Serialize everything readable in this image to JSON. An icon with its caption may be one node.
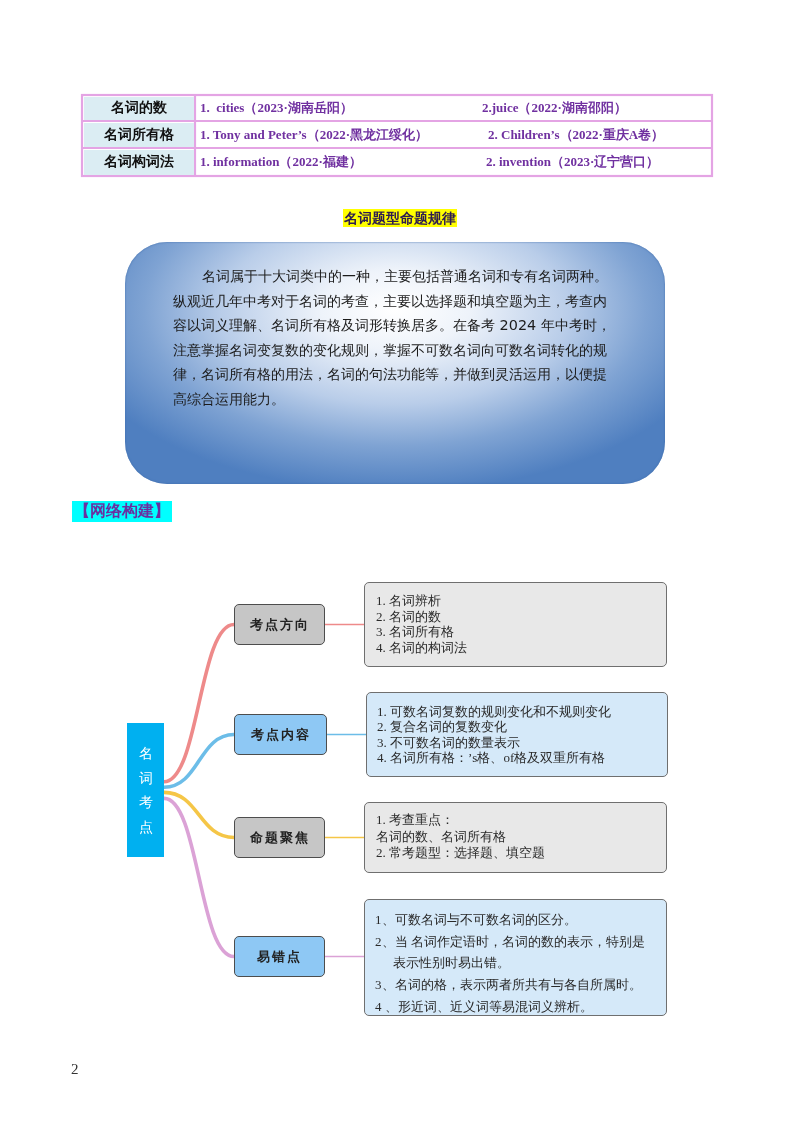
{
  "diagram": {
    "nodes": [
      {
        "text": [
          "名词属于十大词类中的一种，主要包括普通名词和专有名词两种。纵观近几年中考对于名词的考查，主要以选择题和填空题为主，考查内容以词义理解、名词所有格及词形转换居多。在备考 2024 年中考时，注意掌握名词变复数的变化规则，掌握不可数名词向可数名词转化的规律，名词所有格的用法，名词的句法功能等，并做到灵活运用，以便提高综合运用能力。"
        ]
      },
      {
        "text": [
          "名词考点"
        ]
      },
      {
        "text": [
          "考点方向"
        ]
      },
      {
        "text": [
          "1. 名词辨析",
          "2. 名词的数",
          "3. 名词所有格",
          "4. 名词的构词法"
        ]
      },
      {
        "text": [
          "考点内容"
        ]
      },
      {
        "text": [
          "1. 可数名词复数的规则变化和不规则变化",
          "2. 复合名词的复数变化",
          "3. 不可数名词的数量表示",
          "4. 名词所有格：’s格、of格及双重所有格"
        ]
      },
      {
        "text": [
          "命题聚焦"
        ]
      },
      {
        "text": [
          "1. 考查重点：",
          "名词的数、名词所有格",
          "2. 常考题型：选择题、填空题"
        ]
      },
      {
        "text": [
          "易错点"
        ]
      },
      {
        "text": [
          "1、可数名词与不可数名词的区分。",
          "2、当 名词作定语时，名词的数的表示，特别是表示性别时易出错。",
          "3、名词的格，表示两者所共有与各自所属时。",
          "4 、形近词、近义词等易混词义辨析。"
        ]
      }
    ],
    "edges": [
      {
        "from": 1,
        "to": 2,
        "arrow": "none",
        "style": "thick",
        "color": "#ee8a8a"
      },
      {
        "from": 1,
        "to": 4,
        "arrow": "none",
        "style": "thick",
        "color": "#6cbde8"
      },
      {
        "from": 1,
        "to": 6,
        "arrow": "none",
        "style": "thick",
        "color": "#f5c647"
      },
      {
        "from": 1,
        "to": 8,
        "arrow": "none",
        "style": "thick",
        "color": "#dba2d6"
      },
      {
        "from": 2,
        "to": 3,
        "arrow": "none",
        "color": "#ee8a8a"
      },
      {
        "from": 4,
        "to": 5,
        "arrow": "none",
        "color": "#6cbde8"
      },
      {
        "from": 6,
        "to": 7,
        "arrow": "none",
        "color": "#f5c647"
      },
      {
        "from": 8,
        "to": 9,
        "arrow": "none",
        "color": "#dba2d6"
      }
    ],
    "labels": [
      "名词的数",
      "1.  cities（2023·湖南岳阳）",
      "2.juice（2022·湖南邵阳）",
      "名词所有格",
      "1. Tony and Peter’s（2022·黑龙江绥化）",
      "2. Children’s（2022·重庆A卷）",
      "名词构词法",
      "1. information（2022·福建）",
      "2. invention（2023·辽宁营口）",
      "名词题型命题规律",
      "【网络构建】",
      "2"
    ]
  }
}
